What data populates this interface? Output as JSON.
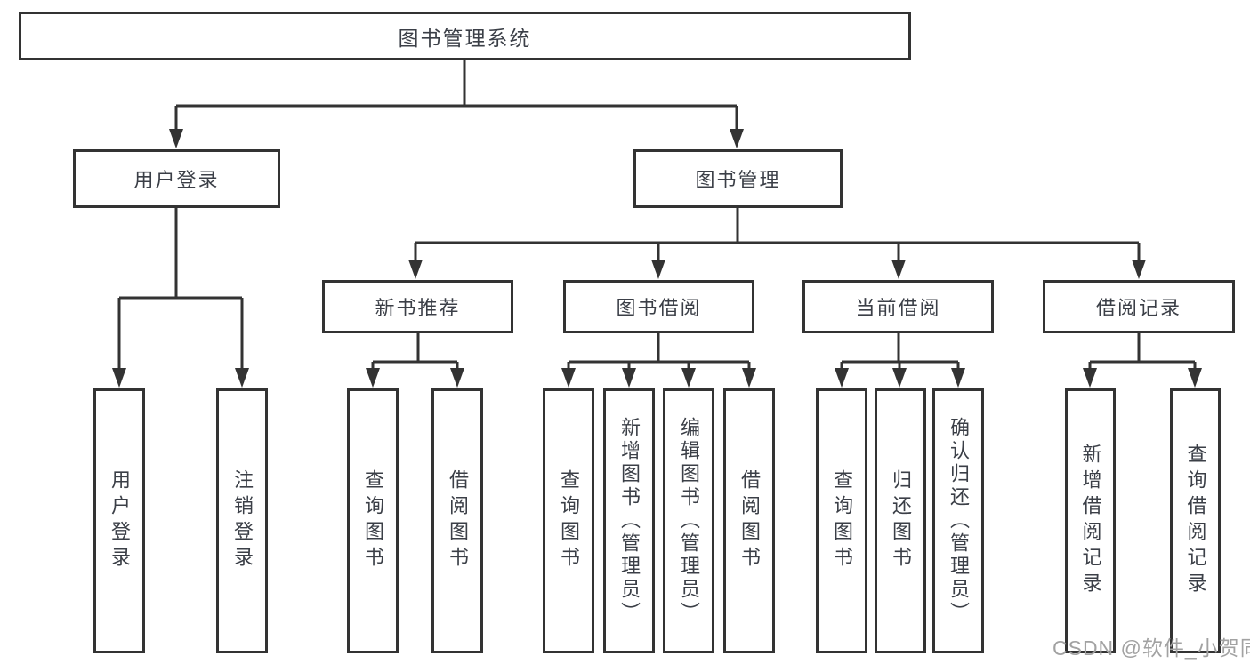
{
  "diagram": {
    "root": {
      "label": "图书管理系统"
    },
    "level2": {
      "user_login": {
        "label": "用户登录"
      },
      "book_management": {
        "label": "图书管理"
      }
    },
    "level3": {
      "new_book_recommend": {
        "label": "新书推荐"
      },
      "book_borrow": {
        "label": "图书借阅"
      },
      "current_borrow": {
        "label": "当前借阅"
      },
      "borrow_records": {
        "label": "借阅记录"
      }
    },
    "leaves": {
      "user_login_group": [
        "用户登录",
        "注销登录"
      ],
      "new_book_group": [
        "查询图书",
        "借阅图书"
      ],
      "book_borrow_group": [
        "查询图书",
        "新增图书（管理员）",
        "编辑图书（管理员）",
        "借阅图书"
      ],
      "current_borrow_group": [
        "查询图书",
        "归还图书",
        "确认归还（管理员）"
      ],
      "borrow_record_group": [
        "新增借阅记录",
        "查询借阅记录"
      ]
    },
    "colors": {
      "line": "#333333",
      "text": "#3b3f47",
      "watermark": "#a2a2a2",
      "background": "#ffffff"
    }
  },
  "watermark": {
    "text": "CSDN @软件_小贺同学"
  }
}
